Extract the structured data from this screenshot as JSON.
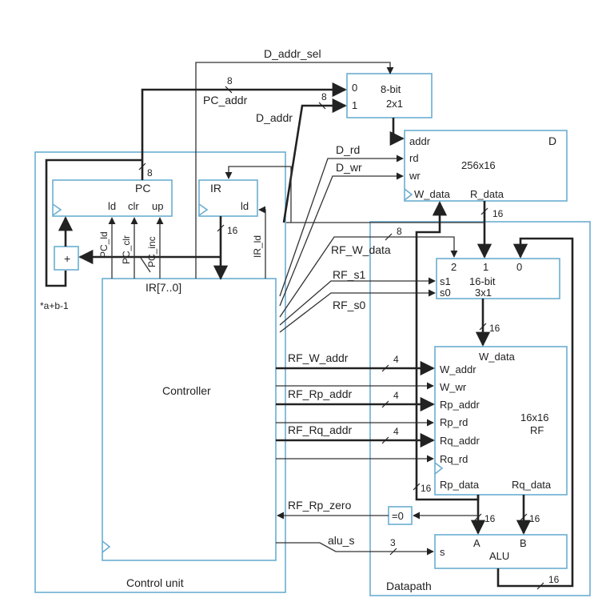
{
  "blocks": {
    "control_unit": "Control unit",
    "datapath": "Datapath",
    "controller": "Controller",
    "pc": {
      "name": "PC",
      "ld": "ld",
      "clr": "clr",
      "up": "up"
    },
    "ir": {
      "name": "IR",
      "ld": "ld"
    },
    "adder": {
      "plus": "+",
      "formula": "*a+b-1"
    },
    "d_mux": {
      "name": "8-bit",
      "size": "2x1",
      "in0": "0",
      "in1": "1"
    },
    "dmem": {
      "name": "D",
      "size": "256x16",
      "addr": "addr",
      "rd": "rd",
      "wr": "wr",
      "w_data": "W_data",
      "r_data": "R_data"
    },
    "rf_mux": {
      "name": "16-bit",
      "size": "3x1",
      "in2": "2",
      "in1": "1",
      "in0": "0",
      "s1": "s1",
      "s0": "s0"
    },
    "rf": {
      "name": "16x16",
      "type": "RF",
      "w_data": "W_data",
      "w_addr": "W_addr",
      "w_wr": "W_wr",
      "rp_addr": "Rp_addr",
      "rp_rd": "Rp_rd",
      "rq_addr": "Rq_addr",
      "rq_rd": "Rq_rd",
      "rp_data": "Rp_data",
      "rq_data": "Rq_data"
    },
    "alu": {
      "name": "ALU",
      "a": "A",
      "b": "B",
      "s": "s"
    },
    "zero": "=0"
  },
  "signals": {
    "d_addr_sel": "D_addr_sel",
    "pc_addr": "PC_addr",
    "d_addr": "D_addr",
    "d_rd": "D_rd",
    "d_wr": "D_wr",
    "rf_w_data": "RF_W_data",
    "rf_s1": "RF_s1",
    "rf_s0": "RF_s0",
    "rf_w_addr": "RF_W_addr",
    "rf_rp_addr": "RF_Rp_addr",
    "rf_rq_addr": "RF_Rq_addr",
    "rf_rp_zero": "RF_Rp_zero",
    "alu_s": "alu_s",
    "pc_ld": "PC_ld",
    "pc_clr": "PC_clr",
    "pc_inc": "PC_inc",
    "ir_ld": "IR_ld",
    "ir_bits": "IR[7..0]"
  },
  "widths": {
    "w8": "8",
    "w16": "16",
    "w4": "4",
    "w3": "3"
  }
}
